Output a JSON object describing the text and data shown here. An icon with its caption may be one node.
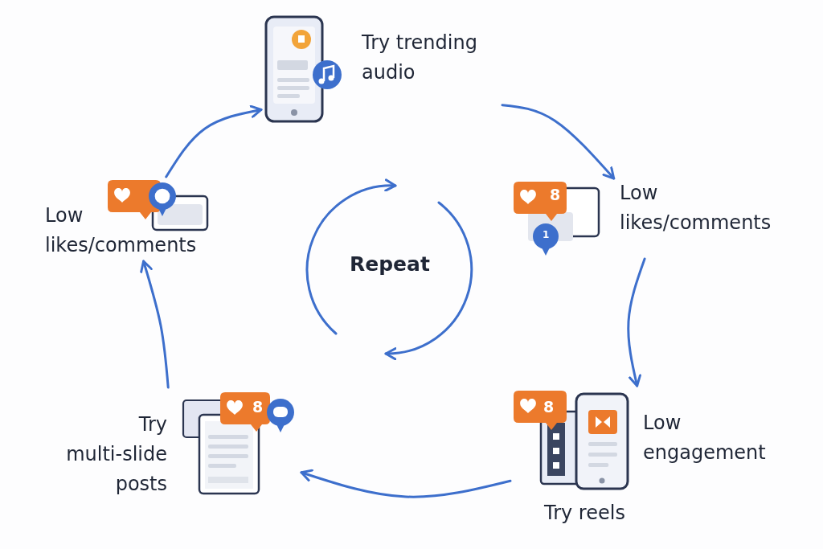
{
  "diagram": {
    "nodes": [
      {
        "text": [
          "Try trending audio"
        ]
      },
      {
        "text": [
          "Low likes/comments"
        ]
      },
      {
        "text": [
          "Low engagement",
          "Try reels"
        ]
      },
      {
        "text": [
          "Try multi-slide posts"
        ]
      },
      {
        "text": [
          "Low likes/comments"
        ]
      }
    ],
    "edges": [
      {
        "from": 0,
        "to": 1,
        "arrow": "to"
      },
      {
        "from": 1,
        "to": 2,
        "arrow": "to"
      },
      {
        "from": 2,
        "to": 3,
        "arrow": "to"
      },
      {
        "from": 3,
        "to": 4,
        "arrow": "to"
      },
      {
        "from": 4,
        "to": 0,
        "arrow": "to"
      }
    ],
    "labels": [
      "8",
      "1",
      "Repeat",
      "8",
      "8"
    ]
  }
}
